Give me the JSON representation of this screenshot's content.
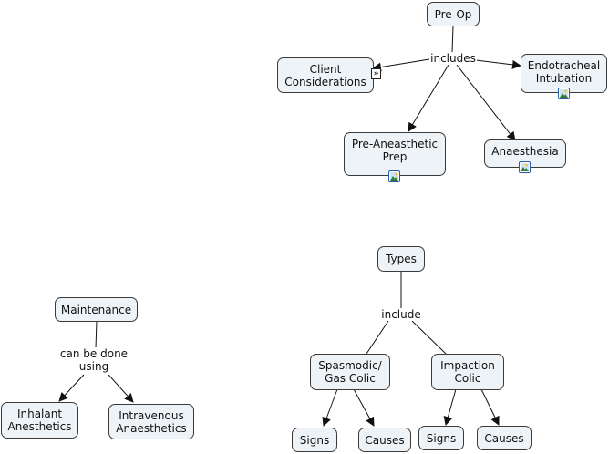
{
  "nodes": {
    "pre_op": "Pre-Op",
    "client_considerations": "Client\nConsiderations",
    "endotracheal_intubation": "Endotracheal\nIntubation",
    "pre_aneasthetic_prep": "Pre-Aneasthetic\nPrep",
    "anaesthesia": "Anaesthesia",
    "types": "Types",
    "spasmodic_gas_colic": "Spasmodic/\nGas Colic",
    "impaction_colic": "Impaction\nColic",
    "signs_1": "Signs",
    "causes_1": "Causes",
    "signs_2": "Signs",
    "causes_2": "Causes",
    "maintenance": "Maintenance",
    "inhalant_anesthetics": "Inhalant\nAnesthetics",
    "intravenous_anaesthetics": "Intravenous\nAnaesthetics"
  },
  "phrases": {
    "includes": "includes",
    "include": "include",
    "can_be_done_using": "can be done\nusing"
  },
  "icons": {
    "image_resource": "image-resource-icon",
    "submap": "submap-icon"
  },
  "colors": {
    "node_fill": "#eef3f8",
    "node_border": "#3a3a3a",
    "link": "#111111",
    "icon_border": "#2a5aa8"
  }
}
